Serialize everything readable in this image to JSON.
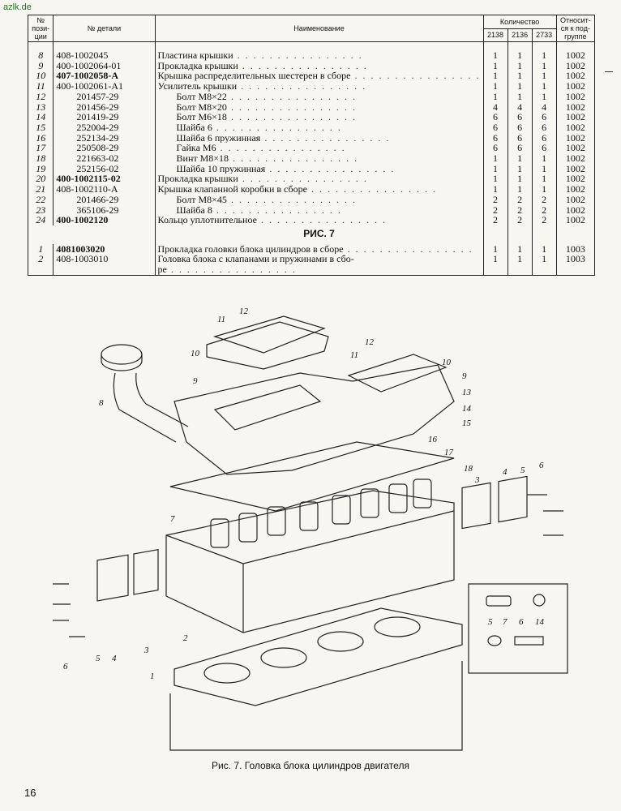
{
  "watermark": "azlk.de",
  "table": {
    "headers": {
      "pos": "№ пози- ции",
      "part": "№ детали",
      "name": "Наименование",
      "qty": "Количество",
      "qty_cols": [
        "2138",
        "2136",
        "2733"
      ],
      "group": "Относит- ся к под- группе"
    },
    "rows": [
      {
        "pos": "8",
        "part": "408-1002045",
        "name": "Пластина крышки",
        "q": [
          "1",
          "1",
          "1"
        ],
        "g": "1002"
      },
      {
        "pos": "9",
        "part": "400-1002064-01",
        "name": "Прокладка крышки",
        "q": [
          "1",
          "1",
          "1"
        ],
        "g": "1002"
      },
      {
        "pos": "10",
        "part": "407-1002058-А",
        "name": "Крышка распределительных шестерен в сборе",
        "q": [
          "1",
          "1",
          "1"
        ],
        "g": "1002"
      },
      {
        "pos": "11",
        "part": "400-1002061-А1",
        "name": "Усилитель крышки",
        "q": [
          "1",
          "1",
          "1"
        ],
        "g": "1002"
      },
      {
        "pos": "12",
        "part": "201457-29",
        "name": "Болт М8×22",
        "q": [
          "1",
          "1",
          "1"
        ],
        "g": "1002"
      },
      {
        "pos": "13",
        "part": "201456-29",
        "name": "Болт М8×20",
        "q": [
          "4",
          "4",
          "4"
        ],
        "g": "1002"
      },
      {
        "pos": "14",
        "part": "201419-29",
        "name": "Болт М6×18",
        "q": [
          "6",
          "6",
          "6"
        ],
        "g": "1002"
      },
      {
        "pos": "15",
        "part": "252004-29",
        "name": "Шайба 6",
        "q": [
          "6",
          "6",
          "6"
        ],
        "g": "1002"
      },
      {
        "pos": "16",
        "part": "252134-29",
        "name": "Шайба 6 пружинная",
        "q": [
          "6",
          "6",
          "6"
        ],
        "g": "1002"
      },
      {
        "pos": "17",
        "part": "250508-29",
        "name": "Гайка М6",
        "q": [
          "6",
          "6",
          "6"
        ],
        "g": "1002"
      },
      {
        "pos": "18",
        "part": "221663-02",
        "name": "Винт М8×18",
        "q": [
          "1",
          "1",
          "1"
        ],
        "g": "1002"
      },
      {
        "pos": "19",
        "part": "252156-02",
        "name": "Шайба 10 пружинная",
        "q": [
          "1",
          "1",
          "1"
        ],
        "g": "1002"
      },
      {
        "pos": "20",
        "part": "400-1002115-02",
        "name": "Прокладка крышки",
        "q": [
          "1",
          "1",
          "1"
        ],
        "g": "1002"
      },
      {
        "pos": "21",
        "part": "408-1002110-А",
        "name": "Крышка клапанной коробки в сборе",
        "q": [
          "1",
          "1",
          "1"
        ],
        "g": "1002"
      },
      {
        "pos": "22",
        "part": "201466-29",
        "name": "Болт М8×45",
        "q": [
          "2",
          "2",
          "2"
        ],
        "g": "1002"
      },
      {
        "pos": "23",
        "part": "365106-29",
        "name": "Шайба 8",
        "q": [
          "2",
          "2",
          "2"
        ],
        "g": "1002"
      },
      {
        "pos": "24",
        "part": "400-1002120",
        "name": "Кольцо уплотнительное",
        "q": [
          "2",
          "2",
          "2"
        ],
        "g": "1002"
      }
    ],
    "fig_heading": "РИС. 7",
    "rows2": [
      {
        "pos": "1",
        "part": "4081003020",
        "name": "Прокладка головки блока цилиндров в сборе",
        "q": [
          "1",
          "1",
          "1"
        ],
        "g": "1003"
      },
      {
        "pos": "2",
        "part": "408-1003010",
        "name": "Головка блока с клапанами и пружинами в сбо-",
        "name2": "ре",
        "q": [
          "1",
          "1",
          "1"
        ],
        "g": "1003"
      }
    ]
  },
  "figure": {
    "labels": [
      "12",
      "11",
      "10",
      "9",
      "8",
      "12",
      "11",
      "10",
      "9",
      "13",
      "14",
      "15",
      "16",
      "17",
      "18",
      "7",
      "3",
      "4",
      "5",
      "6",
      "2",
      "1",
      "3",
      "4",
      "5",
      "6",
      "5",
      "7",
      "6",
      "14"
    ]
  },
  "caption": "Рис. 7. Головка блока цилиндров двигателя",
  "page_number": "16"
}
